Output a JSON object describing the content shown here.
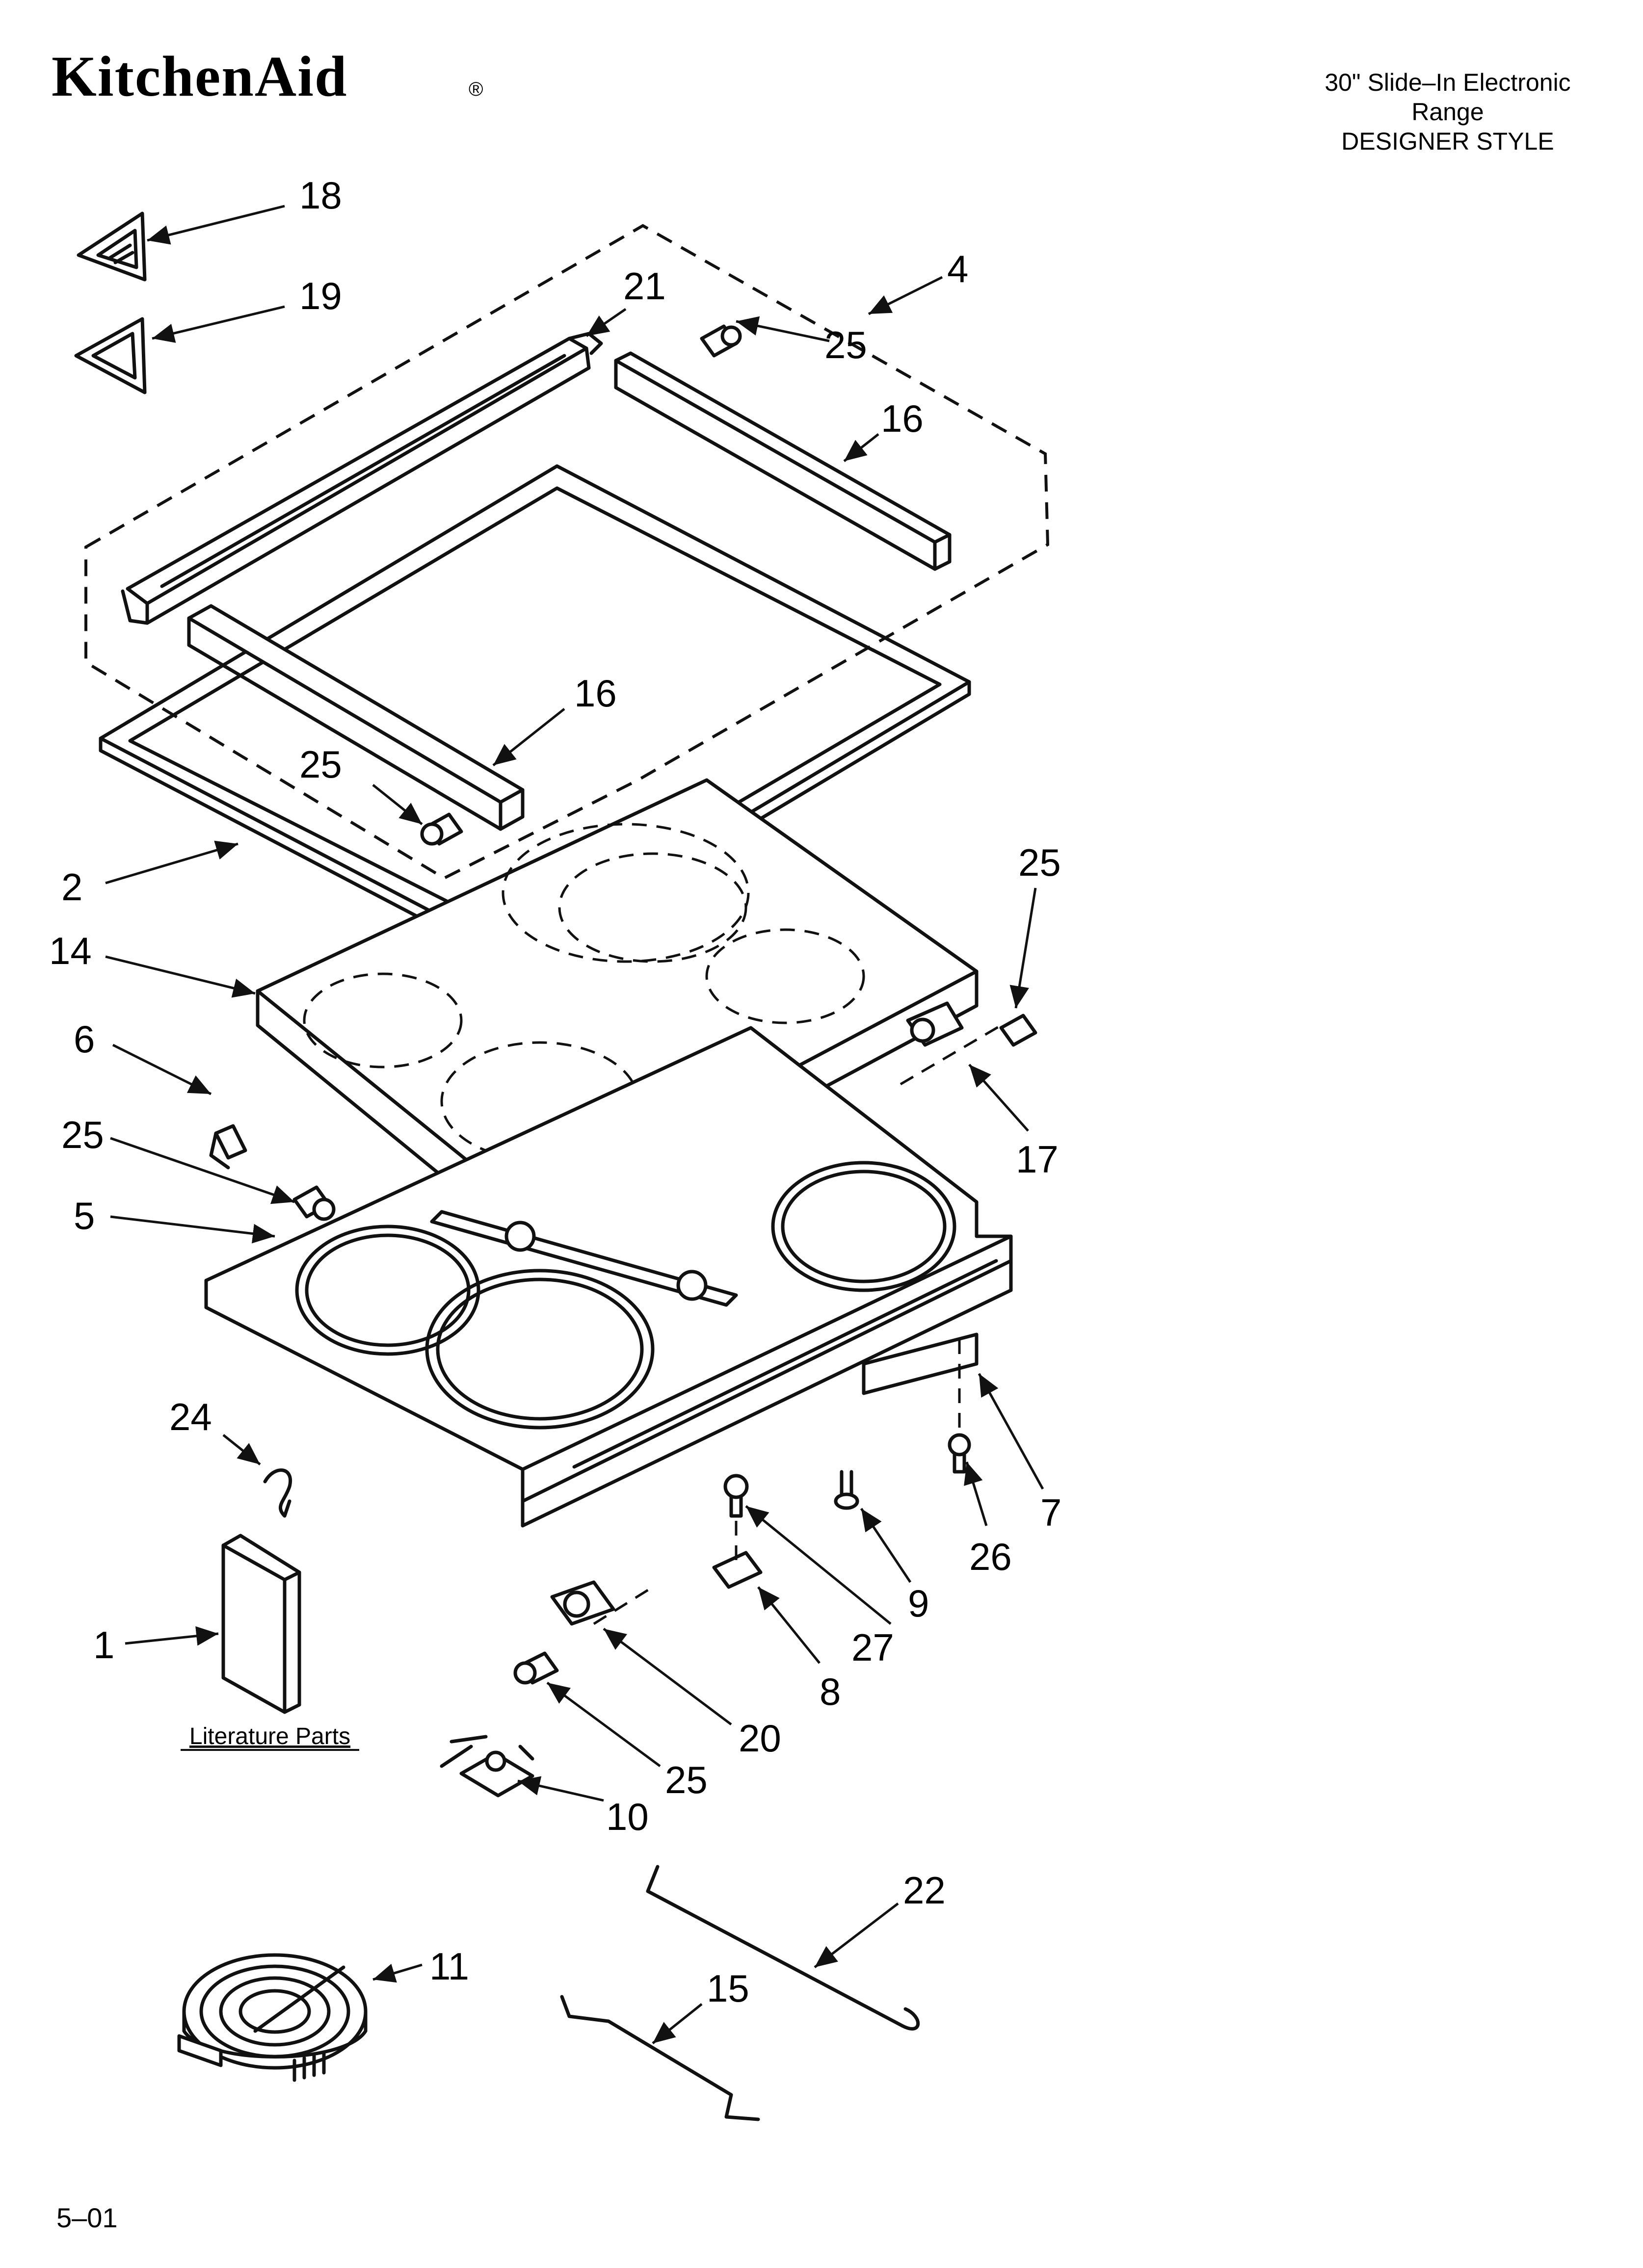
{
  "header": {
    "brand": "KitchenAid",
    "brand_mark": "®",
    "model_line1": "30\" Slide–In Electronic",
    "model_line2": "Range",
    "model_line3": "DESIGNER STYLE"
  },
  "literature_label": "Literature Parts",
  "footer_code": "5–01",
  "callouts": {
    "c18": "18",
    "c19": "19",
    "c21": "21",
    "c4": "4",
    "c25a": "25",
    "c16a": "16",
    "c16b": "16",
    "c25b": "25",
    "c2": "2",
    "c14": "14",
    "c25c": "25",
    "c6": "6",
    "c25d": "25",
    "c17": "17",
    "c5": "5",
    "c24": "24",
    "c7": "7",
    "c26": "26",
    "c9": "9",
    "c27": "27",
    "c1": "1",
    "c8": "8",
    "c20": "20",
    "c25e": "25",
    "c10": "10",
    "c22": "22",
    "c11": "11",
    "c15": "15"
  }
}
